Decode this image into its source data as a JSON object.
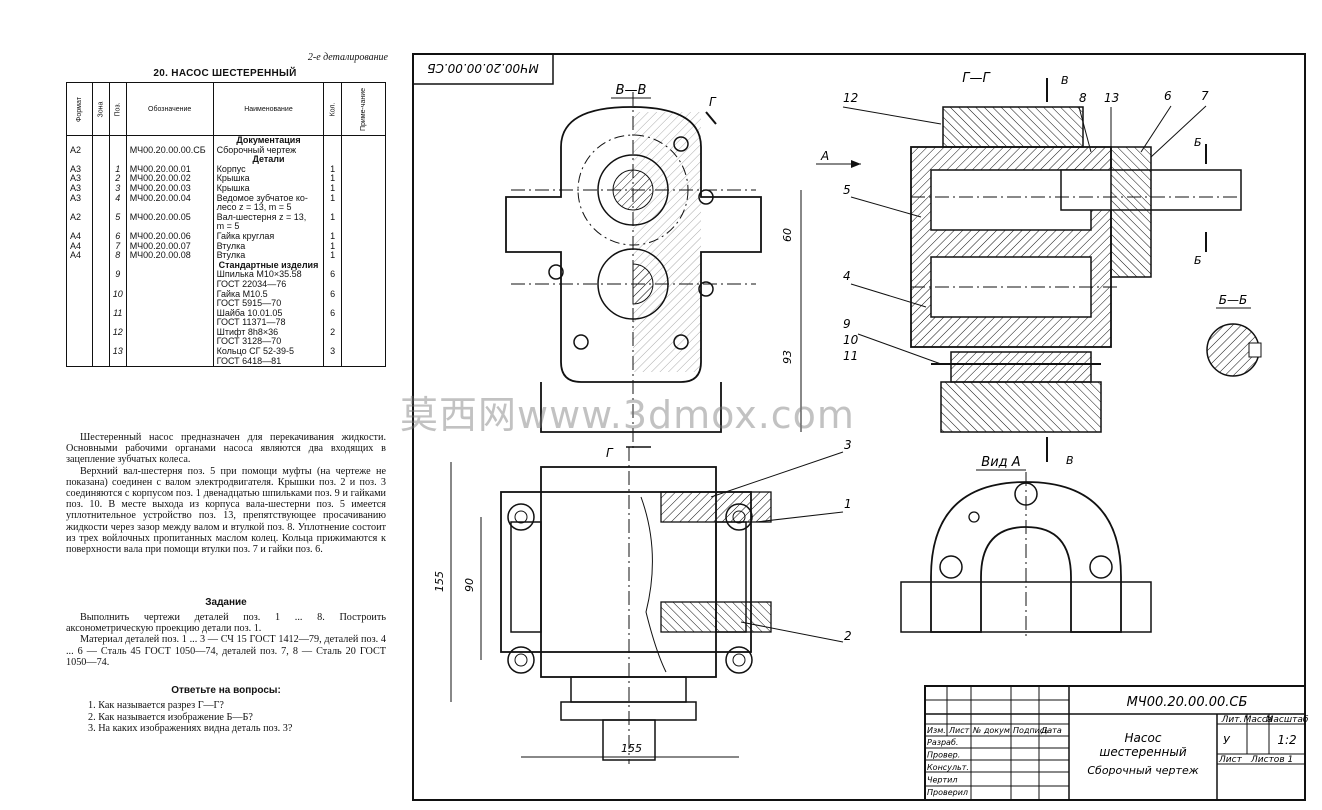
{
  "left": {
    "section_label": "2-е деталирование",
    "title": "20. НАСОС ШЕСТЕРЕННЫЙ",
    "columns": [
      "Формат",
      "Зона",
      "Поз.",
      "Обозначение",
      "Наименование",
      "Кол.",
      "Приме-чание"
    ],
    "rows": [
      {
        "type": "section",
        "name": "Документация"
      },
      {
        "format": "А2",
        "pos": "",
        "code": "МЧ00.20.00.00.СБ",
        "name": "Сборочный чертеж",
        "qty": ""
      },
      {
        "type": "section",
        "name": "Детали"
      },
      {
        "format": "А3",
        "pos": "1",
        "code": "МЧ00.20.00.01",
        "name": "Корпус",
        "qty": "1"
      },
      {
        "format": "А3",
        "pos": "2",
        "code": "МЧ00.20.00.02",
        "name": "Крышка",
        "qty": "1"
      },
      {
        "format": "А3",
        "pos": "3",
        "code": "МЧ00.20.00.03",
        "name": "Крышка",
        "qty": "1"
      },
      {
        "format": "А3",
        "pos": "4",
        "code": "МЧ00.20.00.04",
        "name": "Ведомое зубчатое ко-",
        "qty": "1"
      },
      {
        "format": "",
        "pos": "",
        "code": "",
        "name": "лесо z = 13, m = 5",
        "qty": ""
      },
      {
        "format": "А2",
        "pos": "5",
        "code": "МЧ00.20.00.05",
        "name": "Вал-шестерня  z = 13,",
        "qty": "1"
      },
      {
        "format": "",
        "pos": "",
        "code": "",
        "name": "m = 5",
        "qty": ""
      },
      {
        "format": "А4",
        "pos": "6",
        "code": "МЧ00.20.00.06",
        "name": "Гайка круглая",
        "qty": "1"
      },
      {
        "format": "А4",
        "pos": "7",
        "code": "МЧ00.20.00.07",
        "name": "Втулка",
        "qty": "1"
      },
      {
        "format": "А4",
        "pos": "8",
        "code": "МЧ00.20.00.08",
        "name": "Втулка",
        "qty": "1"
      },
      {
        "type": "section",
        "name": "Стандартные изделия"
      },
      {
        "format": "",
        "pos": "9",
        "code": "",
        "name": "Шпилька М10×35.58",
        "qty": "6"
      },
      {
        "format": "",
        "pos": "",
        "code": "",
        "name": "ГОСТ 22034—76",
        "qty": ""
      },
      {
        "format": "",
        "pos": "10",
        "code": "",
        "name": "Гайка М10.5",
        "qty": "6"
      },
      {
        "format": "",
        "pos": "",
        "code": "",
        "name": "ГОСТ 5915—70",
        "qty": ""
      },
      {
        "format": "",
        "pos": "11",
        "code": "",
        "name": "Шайба 10.01.05",
        "qty": "6"
      },
      {
        "format": "",
        "pos": "",
        "code": "",
        "name": "ГОСТ 11371—78",
        "qty": ""
      },
      {
        "format": "",
        "pos": "12",
        "code": "",
        "name": "Штифт 8h8×36",
        "qty": "2"
      },
      {
        "format": "",
        "pos": "",
        "code": "",
        "name": "ГОСТ 3128—70",
        "qty": ""
      },
      {
        "format": "",
        "pos": "13",
        "code": "",
        "name": "Кольцо СГ 52-39-5",
        "qty": "3"
      },
      {
        "format": "",
        "pos": "",
        "code": "",
        "name": "ГОСТ 6418—81",
        "qty": ""
      }
    ],
    "description": [
      "Шестеренный насос предназначен для перекачивания жидкости. Основными рабочими органами насоса являются два входящих в зацепление зубчатых колеса.",
      "Верхний вал-шестерня поз. 5 при помощи муфты (на чертеже не показана) соединен с валом электродвигателя. Крышки поз. 2 и поз. 3 соединяются с корпусом поз. 1 двенадцатью шпильками поз. 9 и гайками поз. 10. В месте выхода из корпуса вала-шестерни поз. 5 имеется уплотнительное устройство поз. 13, препятствующее просачиванию жидкости через зазор между валом и втулкой поз. 8. Уплотнение состоит из трех войлочных пропитанных маслом колец. Кольца прижимаются к поверхности вала при помощи втулки поз. 7 и гайки поз. 6."
    ],
    "task_title": "Задание",
    "task": [
      "Выполнить чертежи деталей поз. 1 ... 8. Построить аксонометрическую проекцию детали поз. 1.",
      "Материал деталей поз. 1 ... 3 — СЧ 15 ГОСТ 1412—79, деталей поз. 4 ... 6 — Сталь 45 ГОСТ 1050—74, деталей поз. 7, 8 — Сталь 20 ГОСТ 1050—74."
    ],
    "questions_title": "Ответьте на вопросы:",
    "questions": [
      "1. Как называется разрез Г—Г?",
      "2. Как называется изображение Б—Б?",
      "3. На каких изображениях видна деталь поз. 3?"
    ]
  },
  "drawing": {
    "stamp_code": "МЧ00.20.00.00.СБ",
    "titleblock_code": "МЧ00.20.00.00.СБ",
    "title_line1": "Насос",
    "title_line2": "шестеренный",
    "title_line3": "Сборочный чертеж",
    "lit": "Лит.",
    "mass": "Масса",
    "scale_label": "Масштаб",
    "scale": "1:2",
    "sheet": "Лист",
    "sheets": "Листов 1",
    "u": "У",
    "roles": [
      "Изм.",
      "Лист",
      "№ докум.",
      "Подпись",
      "Дата"
    ],
    "staff": [
      "Разраб.",
      "Провер.",
      "Консульт.",
      "Чертил",
      "Проверил"
    ],
    "labels": {
      "vv": "В—В",
      "gg": "Г—Г",
      "bb": "Б—Б",
      "vid_a": "Вид А",
      "g": "Г",
      "v": "В",
      "b": "Б",
      "a": "А",
      "d60": "60",
      "d93": "93",
      "d155a": "155",
      "d90": "90",
      "d155b": "155",
      "p1": "1",
      "p2": "2",
      "p3": "3",
      "p4": "4",
      "p5": "5",
      "p6": "6",
      "p7": "7",
      "p8": "8",
      "p9": "9",
      "p10": "10",
      "p11": "11",
      "p12": "12",
      "p13": "13"
    }
  },
  "watermark": "莫西网www.3dmox.com"
}
